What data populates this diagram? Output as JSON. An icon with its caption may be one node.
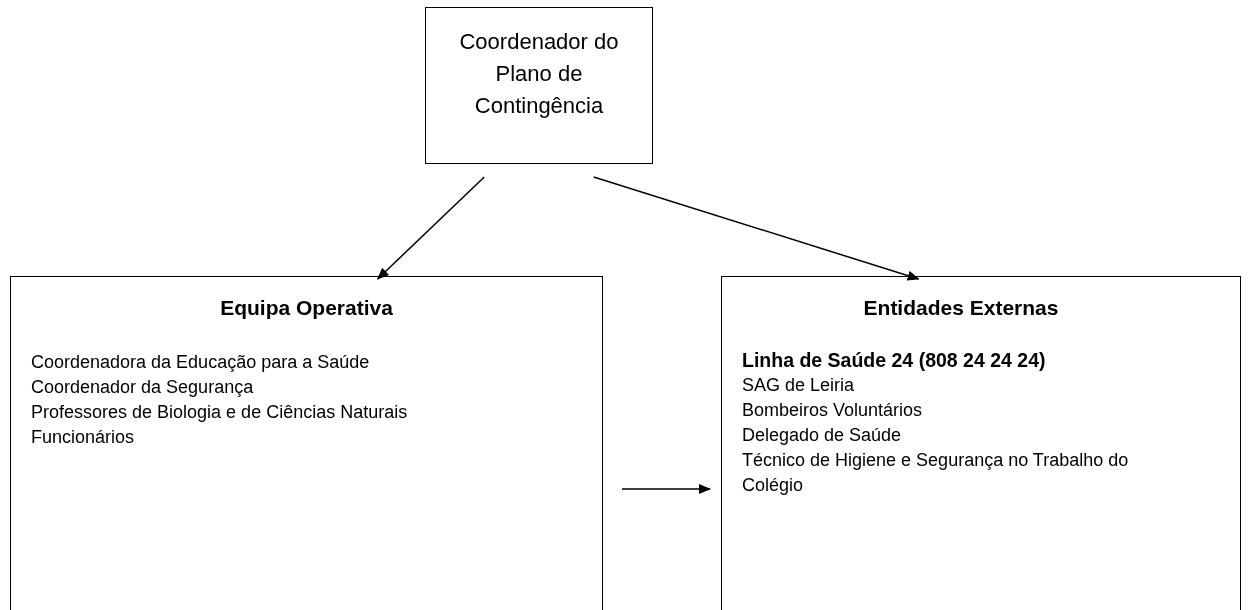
{
  "diagram": {
    "nodes": [
      {
        "text": [
          "Coordenador do Plano de Contingência"
        ]
      },
      {
        "text": [
          "Equipa Operativa",
          "Coordenadora da Educação para a Saúde",
          "Coordenador da Segurança",
          "Professores de Biologia e de Ciências Naturais",
          "Funcionários"
        ]
      },
      {
        "text": [
          "Entidades Externas",
          "Linha de Saúde 24 (808 24 24 24)",
          "SAG de Leiria",
          "Bombeiros Voluntários",
          "Delegado de Saúde",
          "Técnico de Higiene e Segurança no Trabalho do Colégio"
        ]
      }
    ],
    "edges": [
      {
        "from": 0,
        "to": 1,
        "arrow": "to"
      },
      {
        "from": 0,
        "to": 2,
        "arrow": "to"
      },
      {
        "from": 1,
        "to": 2,
        "arrow": "to"
      }
    ]
  }
}
